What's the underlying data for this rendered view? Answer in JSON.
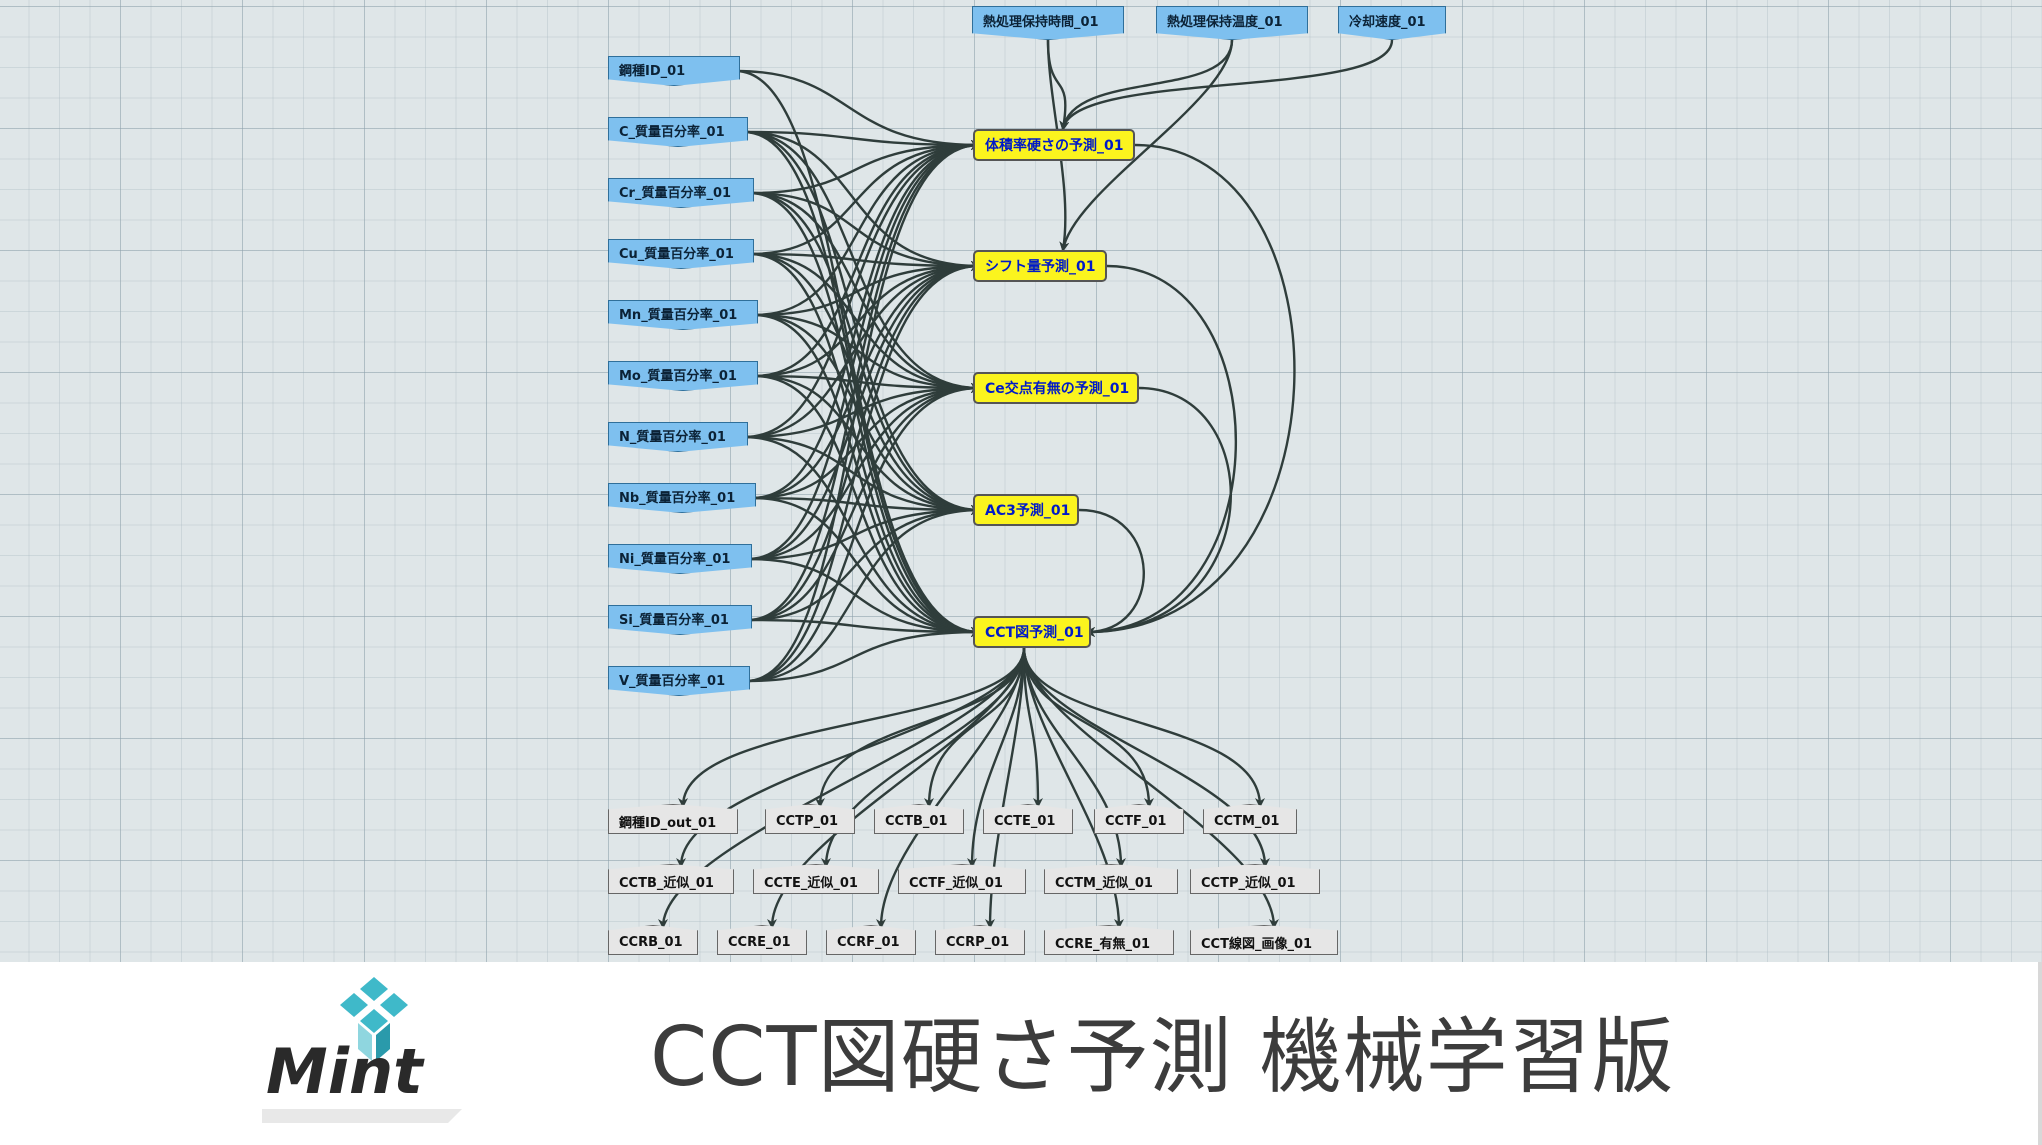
{
  "diagram": {
    "input_nodes": [
      {
        "id": "in0",
        "label": "鋼種ID_01"
      },
      {
        "id": "in1",
        "label": "C_質量百分率_01"
      },
      {
        "id": "in2",
        "label": "Cr_質量百分率_01"
      },
      {
        "id": "in3",
        "label": "Cu_質量百分率_01"
      },
      {
        "id": "in4",
        "label": "Mn_質量百分率_01"
      },
      {
        "id": "in5",
        "label": "Mo_質量百分率_01"
      },
      {
        "id": "in6",
        "label": "N_質量百分率_01"
      },
      {
        "id": "in7",
        "label": "Nb_質量百分率_01"
      },
      {
        "id": "in8",
        "label": "Ni_質量百分率_01"
      },
      {
        "id": "in9",
        "label": "Si_質量百分率_01"
      },
      {
        "id": "in10",
        "label": "V_質量百分率_01"
      }
    ],
    "param_nodes": [
      {
        "id": "pr0",
        "label": "熱処理保持時間_01"
      },
      {
        "id": "pr1",
        "label": "熱処理保持温度_01"
      },
      {
        "id": "pr2",
        "label": "冷却速度_01"
      }
    ],
    "process_nodes": [
      {
        "id": "p0",
        "label": "体積率硬さの予測_01"
      },
      {
        "id": "p1",
        "label": "シフト量予測_01"
      },
      {
        "id": "p2",
        "label": "Ce交点有無の予測_01"
      },
      {
        "id": "p3",
        "label": "AC3予測_01"
      },
      {
        "id": "p4",
        "label": "CCT図予測_01"
      }
    ],
    "output_nodes": [
      {
        "id": "o0",
        "label": "鋼種ID_out_01"
      },
      {
        "id": "o1",
        "label": "CCTP_01"
      },
      {
        "id": "o2",
        "label": "CCTB_01"
      },
      {
        "id": "o3",
        "label": "CCTE_01"
      },
      {
        "id": "o4",
        "label": "CCTF_01"
      },
      {
        "id": "o5",
        "label": "CCTM_01"
      },
      {
        "id": "o6",
        "label": "CCTB_近似_01"
      },
      {
        "id": "o7",
        "label": "CCTE_近似_01"
      },
      {
        "id": "o8",
        "label": "CCTF_近似_01"
      },
      {
        "id": "o9",
        "label": "CCTM_近似_01"
      },
      {
        "id": "o10",
        "label": "CCTP_近似_01"
      },
      {
        "id": "o11",
        "label": "CCRB_01"
      },
      {
        "id": "o12",
        "label": "CCRE_01"
      },
      {
        "id": "o13",
        "label": "CCRF_01"
      },
      {
        "id": "o14",
        "label": "CCRP_01"
      },
      {
        "id": "o15",
        "label": "CCRE_有無_01"
      },
      {
        "id": "o16",
        "label": "CCT線図_画像_01"
      }
    ],
    "edge_color": "#2f3d3b",
    "edges": [
      [
        "in0",
        "p0"
      ],
      [
        "in0",
        "p4"
      ],
      [
        "in1",
        "p0"
      ],
      [
        "in1",
        "p1"
      ],
      [
        "in1",
        "p2"
      ],
      [
        "in1",
        "p3"
      ],
      [
        "in1",
        "p4"
      ],
      [
        "in2",
        "p0"
      ],
      [
        "in2",
        "p1"
      ],
      [
        "in2",
        "p2"
      ],
      [
        "in2",
        "p3"
      ],
      [
        "in2",
        "p4"
      ],
      [
        "in3",
        "p0"
      ],
      [
        "in3",
        "p1"
      ],
      [
        "in3",
        "p2"
      ],
      [
        "in3",
        "p3"
      ],
      [
        "in3",
        "p4"
      ],
      [
        "in4",
        "p0"
      ],
      [
        "in4",
        "p1"
      ],
      [
        "in4",
        "p2"
      ],
      [
        "in4",
        "p3"
      ],
      [
        "in4",
        "p4"
      ],
      [
        "in5",
        "p0"
      ],
      [
        "in5",
        "p1"
      ],
      [
        "in5",
        "p2"
      ],
      [
        "in5",
        "p3"
      ],
      [
        "in5",
        "p4"
      ],
      [
        "in6",
        "p0"
      ],
      [
        "in6",
        "p1"
      ],
      [
        "in6",
        "p2"
      ],
      [
        "in6",
        "p3"
      ],
      [
        "in6",
        "p4"
      ],
      [
        "in7",
        "p0"
      ],
      [
        "in7",
        "p1"
      ],
      [
        "in7",
        "p2"
      ],
      [
        "in7",
        "p3"
      ],
      [
        "in7",
        "p4"
      ],
      [
        "in8",
        "p0"
      ],
      [
        "in8",
        "p1"
      ],
      [
        "in8",
        "p2"
      ],
      [
        "in8",
        "p3"
      ],
      [
        "in8",
        "p4"
      ],
      [
        "in9",
        "p0"
      ],
      [
        "in9",
        "p1"
      ],
      [
        "in9",
        "p2"
      ],
      [
        "in9",
        "p3"
      ],
      [
        "in9",
        "p4"
      ],
      [
        "in10",
        "p0"
      ],
      [
        "in10",
        "p1"
      ],
      [
        "in10",
        "p2"
      ],
      [
        "in10",
        "p3"
      ],
      [
        "in10",
        "p4"
      ],
      [
        "pr0",
        "p0"
      ],
      [
        "pr0",
        "p1"
      ],
      [
        "pr1",
        "p0"
      ],
      [
        "pr1",
        "p1"
      ],
      [
        "pr2",
        "p0"
      ],
      [
        "p0",
        "p4"
      ],
      [
        "p1",
        "p4"
      ],
      [
        "p2",
        "p4"
      ],
      [
        "p3",
        "p4"
      ],
      [
        "p4",
        "o0"
      ],
      [
        "p4",
        "o1"
      ],
      [
        "p4",
        "o2"
      ],
      [
        "p4",
        "o3"
      ],
      [
        "p4",
        "o4"
      ],
      [
        "p4",
        "o5"
      ],
      [
        "p4",
        "o6"
      ],
      [
        "p4",
        "o7"
      ],
      [
        "p4",
        "o8"
      ],
      [
        "p4",
        "o9"
      ],
      [
        "p4",
        "o10"
      ],
      [
        "p4",
        "o11"
      ],
      [
        "p4",
        "o12"
      ],
      [
        "p4",
        "o13"
      ],
      [
        "p4",
        "o14"
      ],
      [
        "p4",
        "o15"
      ],
      [
        "p4",
        "o16"
      ]
    ]
  },
  "footer": {
    "title": "CCT図硬さ予測 機械学習版",
    "logo_text": "Mint",
    "logo_colors": {
      "cyan": "#3fb9c9",
      "dark": "#2a2a2a"
    }
  }
}
